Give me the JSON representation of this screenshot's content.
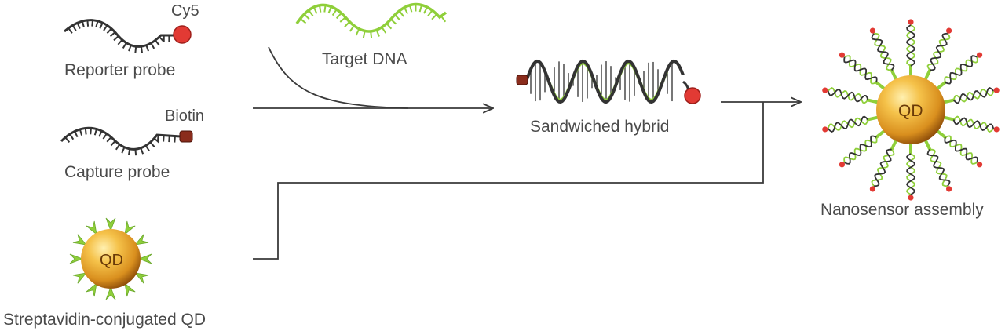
{
  "labels": {
    "cy5": "Cy5",
    "reporter_probe": "Reporter probe",
    "biotin": "Biotin",
    "capture_probe": "Capture probe",
    "streptavidin_qd": "Streptavidin-conjugated QD",
    "qd_small": "QD",
    "target_dna": "Target DNA",
    "sandwiched_hybrid": "Sandwiched hybrid",
    "qd_large": "QD",
    "nanosensor_assembly": "Nanosensor assembly"
  },
  "colors": {
    "strand": "#333333",
    "target": "#8fcf3a",
    "cy5": "#e23a34",
    "biotin": "#8a2c1c",
    "qd_light": "#ffd77a",
    "qd_mid": "#e9a42a",
    "qd_dark": "#a05a0c",
    "arrow": "#3a3a3a"
  }
}
